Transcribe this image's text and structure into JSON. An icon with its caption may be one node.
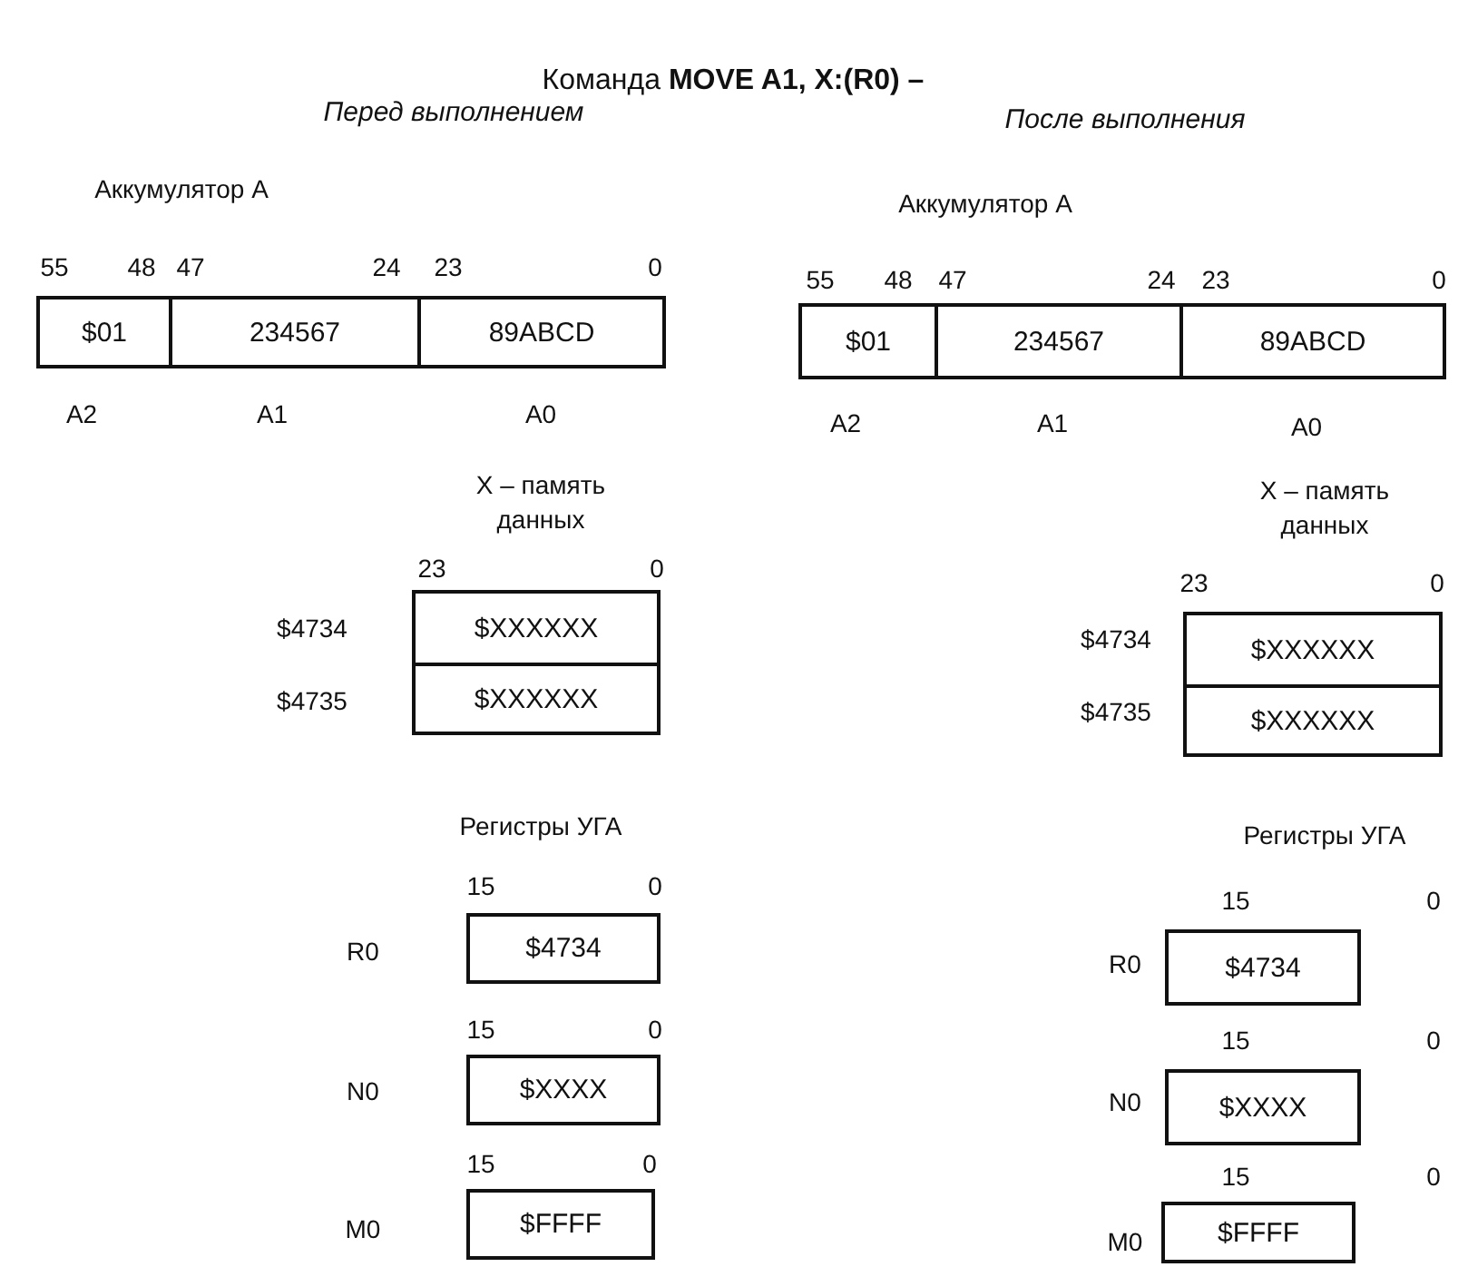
{
  "diagram": {
    "title": "Команда **MOVE A1, X:(R0) –**",
    "nodes": [
      {
        "text": [
          "$01"
        ]
      },
      {
        "text": [
          "234567"
        ]
      },
      {
        "text": [
          "89ABCD"
        ]
      },
      {
        "text": [
          "$XXXXXX"
        ]
      },
      {
        "text": [
          "$XXXXXX"
        ]
      },
      {
        "text": [
          "$4734"
        ]
      },
      {
        "text": [
          "$XXXX"
        ]
      },
      {
        "text": [
          "$FFFF"
        ]
      },
      {
        "text": [
          "$01"
        ]
      },
      {
        "text": [
          "234567"
        ]
      },
      {
        "text": [
          "89ABCD"
        ]
      },
      {
        "text": [
          "$XXXXXX"
        ]
      },
      {
        "text": [
          "$XXXXXX"
        ]
      },
      {
        "text": [
          "$4734"
        ]
      },
      {
        "text": [
          "$XXXX"
        ]
      },
      {
        "text": [
          "$FFFF"
        ]
      }
    ],
    "labels": [
      "Перед выполнением",
      "Аккумулятор А",
      "55",
      "48",
      "47",
      "24",
      "23",
      "0",
      "A2",
      "A1",
      "A0",
      "X – память данных",
      "23",
      "0",
      "$4734",
      "$4735",
      "Регистры УГА",
      "15",
      "0",
      "R0",
      "15",
      "0",
      "N0",
      "15",
      "0",
      "M0",
      "После выполнения",
      "Аккумулятор А",
      "55",
      "48",
      "47",
      "24",
      "23",
      "0",
      "A2",
      "A1",
      "A0",
      "X – память данных",
      "23",
      "0",
      "$4734",
      "$4735",
      "Регистры УГА",
      "15",
      "0",
      "R0",
      "15",
      "0",
      "N0",
      "15",
      "0",
      "M0"
    ]
  }
}
